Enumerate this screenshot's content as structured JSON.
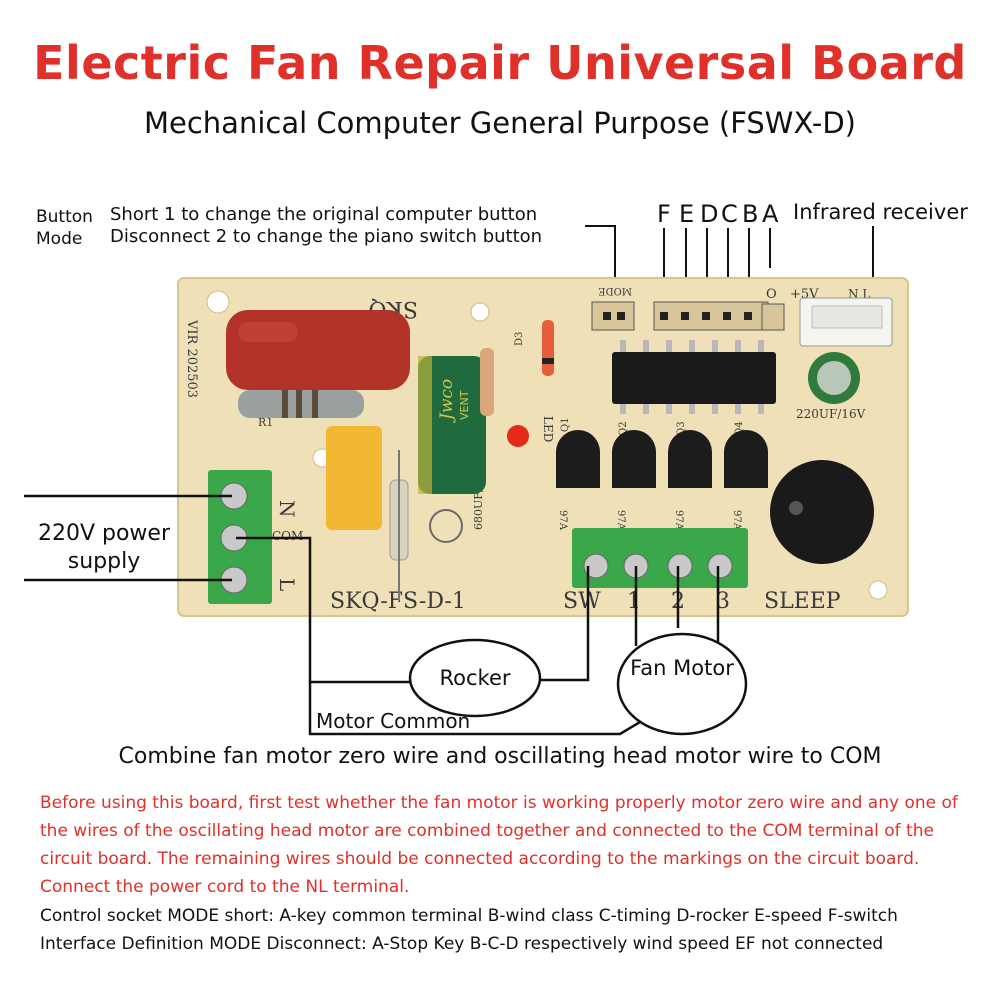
{
  "title": "Electric Fan Repair Universal Board",
  "subtitle": "Mechanical Computer General Purpose (FSWX-D)",
  "button_mode": {
    "label_1": "Button",
    "label_2": "Mode",
    "line_1": "Short 1 to change the original computer button",
    "line_2": "Disconnect 2 to change the piano switch button"
  },
  "pins": [
    "F",
    "E",
    "D",
    "C",
    "B",
    "A"
  ],
  "infrared_receiver": "Infrared receiver",
  "power_supply": "220V power supply",
  "board": {
    "model": "SKQ-FS-D-1",
    "brand": "SKQ",
    "version": "VIR 202503",
    "terminal_n": "N",
    "terminal_com": "COM",
    "terminal_l": "L",
    "output_labels": [
      "SW",
      "1",
      "2",
      "3"
    ],
    "sleep": "SLEEP",
    "capacitor_small": "220UF/16V",
    "capacitor_big": "680UF/16V",
    "cap_brand": "Jwco",
    "cap_sub": "VENT",
    "header_mode": "MODE",
    "header_5v": "+5V",
    "header_o": "O",
    "header_nl": "N L",
    "led": "LED",
    "d3": "D3",
    "r1": "R1",
    "q_labels": [
      "Q1",
      "Q2",
      "Q3",
      "Q4"
    ],
    "q_code": "97A"
  },
  "rocker": "Rocker",
  "fan_motor": "Fan Motor",
  "motor_common": "Motor Common",
  "combine_note": "Combine fan motor zero wire and oscillating head motor wire to COM",
  "warning": "Before using this board, first test whether the fan motor is working properly motor zero wire and any one of the wires of the oscillating head motor are combined together and connected to the COM terminal of the circuit board. The remaining wires should be connected according to the markings on the circuit board. Connect the power cord to the NL terminal.",
  "definitions": [
    "Control socket MODE short: A-key common terminal B-wind class C-timing D-rocker E-speed F-switch",
    "Interface Definition MODE Disconnect: A-Stop Key B-C-D respectively wind speed EF not connected"
  ],
  "colors": {
    "title_red": "#e0302a",
    "board": "#efe0b8",
    "terminal_green": "#3aa84a",
    "capacitor_red": "#b2332a",
    "capacitor_green": "#1f6b3e",
    "relay_yellow": "#f2b733"
  }
}
